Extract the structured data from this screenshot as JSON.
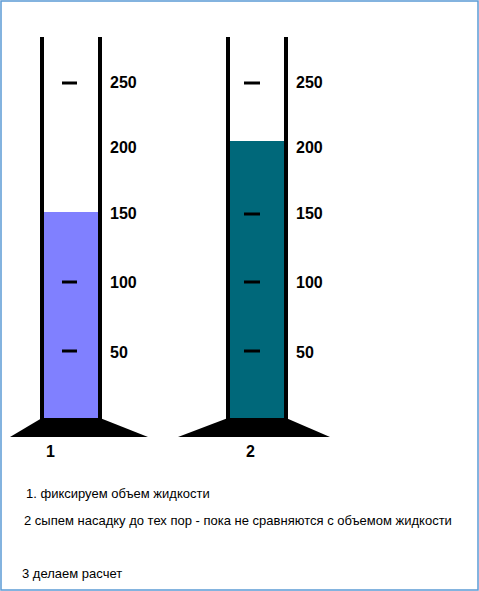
{
  "diagram": {
    "labels": [
      "250",
      "200",
      "150",
      "100",
      "50",
      "250",
      "200",
      "150",
      "100",
      "50",
      "1",
      "2",
      "1. фиксируем объем жидкости",
      "2 сыпем насадку до тех пор - пока не сравняются с объемом жидкости",
      "3 делаем расчет"
    ]
  }
}
